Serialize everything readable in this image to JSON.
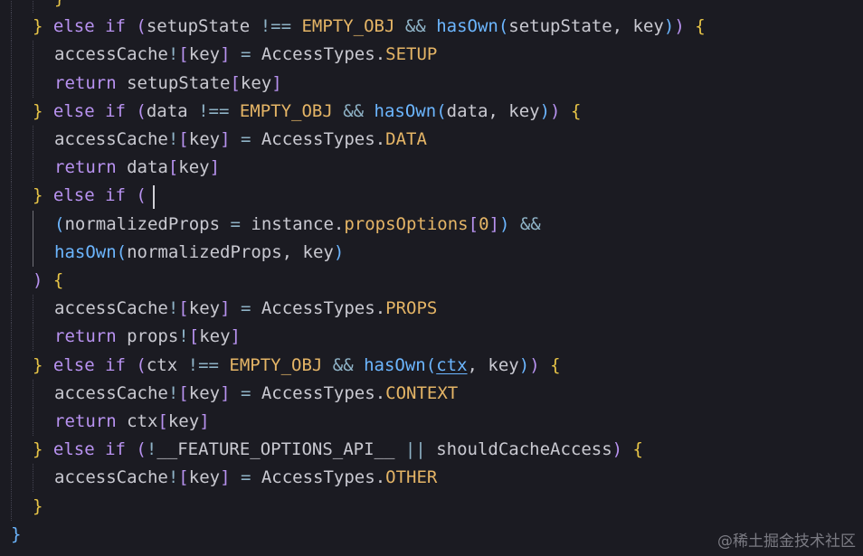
{
  "palette": {
    "background": "#1b1b22",
    "plain": "#c9c9d1",
    "keyword": "#b892f0",
    "function": "#6cb6ff",
    "constant": "#e5b566",
    "operator": "#8fb3c7",
    "brace_yellow": "#e8c547",
    "paren_purple": "#b892f0",
    "bracket_blue": "#6cb6ff"
  },
  "editor": {
    "lines": [
      {
        "indent": 1,
        "tokens": [
          {
            "t": "}",
            "c": "brace_yellow"
          }
        ]
      },
      {
        "indent": 0,
        "tokens": [
          {
            "t": "} ",
            "c": "brace_yellow"
          },
          {
            "t": "else if ",
            "c": "keyword"
          },
          {
            "t": "(",
            "c": "paren_purple"
          },
          {
            "t": "setupState ",
            "c": "plain"
          },
          {
            "t": "!== ",
            "c": "operator"
          },
          {
            "t": "EMPTY_OBJ ",
            "c": "constant"
          },
          {
            "t": "&& ",
            "c": "operator"
          },
          {
            "t": "hasOwn",
            "c": "function"
          },
          {
            "t": "(",
            "c": "bracket_blue"
          },
          {
            "t": "setupState, key",
            "c": "plain"
          },
          {
            "t": ")",
            "c": "bracket_blue"
          },
          {
            "t": ") ",
            "c": "paren_purple"
          },
          {
            "t": "{",
            "c": "brace_yellow"
          }
        ]
      },
      {
        "indent": 1,
        "tokens": [
          {
            "t": "accessCache",
            "c": "plain"
          },
          {
            "t": "!",
            "c": "operator"
          },
          {
            "t": "[",
            "c": "paren_purple"
          },
          {
            "t": "key",
            "c": "plain"
          },
          {
            "t": "] ",
            "c": "paren_purple"
          },
          {
            "t": "= ",
            "c": "operator"
          },
          {
            "t": "AccessTypes.",
            "c": "plain"
          },
          {
            "t": "SETUP",
            "c": "constant"
          }
        ]
      },
      {
        "indent": 1,
        "tokens": [
          {
            "t": "return ",
            "c": "keyword"
          },
          {
            "t": "setupState",
            "c": "plain"
          },
          {
            "t": "[",
            "c": "paren_purple"
          },
          {
            "t": "key",
            "c": "plain"
          },
          {
            "t": "]",
            "c": "paren_purple"
          }
        ]
      },
      {
        "indent": 0,
        "tokens": [
          {
            "t": "} ",
            "c": "brace_yellow"
          },
          {
            "t": "else if ",
            "c": "keyword"
          },
          {
            "t": "(",
            "c": "paren_purple"
          },
          {
            "t": "data ",
            "c": "plain"
          },
          {
            "t": "!== ",
            "c": "operator"
          },
          {
            "t": "EMPTY_OBJ ",
            "c": "constant"
          },
          {
            "t": "&& ",
            "c": "operator"
          },
          {
            "t": "hasOwn",
            "c": "function"
          },
          {
            "t": "(",
            "c": "bracket_blue"
          },
          {
            "t": "data, key",
            "c": "plain"
          },
          {
            "t": ")",
            "c": "bracket_blue"
          },
          {
            "t": ") ",
            "c": "paren_purple"
          },
          {
            "t": "{",
            "c": "brace_yellow"
          }
        ]
      },
      {
        "indent": 1,
        "tokens": [
          {
            "t": "accessCache",
            "c": "plain"
          },
          {
            "t": "!",
            "c": "operator"
          },
          {
            "t": "[",
            "c": "paren_purple"
          },
          {
            "t": "key",
            "c": "plain"
          },
          {
            "t": "] ",
            "c": "paren_purple"
          },
          {
            "t": "= ",
            "c": "operator"
          },
          {
            "t": "AccessTypes.",
            "c": "plain"
          },
          {
            "t": "DATA",
            "c": "constant"
          }
        ]
      },
      {
        "indent": 1,
        "tokens": [
          {
            "t": "return ",
            "c": "keyword"
          },
          {
            "t": "data",
            "c": "plain"
          },
          {
            "t": "[",
            "c": "paren_purple"
          },
          {
            "t": "key",
            "c": "plain"
          },
          {
            "t": "]",
            "c": "paren_purple"
          }
        ]
      },
      {
        "indent": 0,
        "tokens": [
          {
            "t": "} ",
            "c": "brace_yellow"
          },
          {
            "t": "else if ",
            "c": "keyword"
          },
          {
            "t": "(",
            "c": "paren_purple"
          }
        ]
      },
      {
        "indent": 1,
        "tokens": [
          {
            "t": "(",
            "c": "bracket_blue"
          },
          {
            "t": "normalizedProps ",
            "c": "plain"
          },
          {
            "t": "= ",
            "c": "operator"
          },
          {
            "t": "instance.",
            "c": "plain"
          },
          {
            "t": "propsOptions",
            "c": "constant"
          },
          {
            "t": "[",
            "c": "paren_purple"
          },
          {
            "t": "0",
            "c": "constant"
          },
          {
            "t": "]",
            "c": "paren_purple"
          },
          {
            "t": ") ",
            "c": "bracket_blue"
          },
          {
            "t": "&&",
            "c": "operator"
          }
        ]
      },
      {
        "indent": 1,
        "tokens": [
          {
            "t": "hasOwn",
            "c": "function"
          },
          {
            "t": "(",
            "c": "bracket_blue"
          },
          {
            "t": "normalizedProps, key",
            "c": "plain"
          },
          {
            "t": ")",
            "c": "bracket_blue"
          }
        ]
      },
      {
        "indent": 0,
        "tokens": [
          {
            "t": ") ",
            "c": "paren_purple"
          },
          {
            "t": "{",
            "c": "brace_yellow"
          }
        ]
      },
      {
        "indent": 1,
        "tokens": [
          {
            "t": "accessCache",
            "c": "plain"
          },
          {
            "t": "!",
            "c": "operator"
          },
          {
            "t": "[",
            "c": "paren_purple"
          },
          {
            "t": "key",
            "c": "plain"
          },
          {
            "t": "] ",
            "c": "paren_purple"
          },
          {
            "t": "= ",
            "c": "operator"
          },
          {
            "t": "AccessTypes.",
            "c": "plain"
          },
          {
            "t": "PROPS",
            "c": "constant"
          }
        ]
      },
      {
        "indent": 1,
        "tokens": [
          {
            "t": "return ",
            "c": "keyword"
          },
          {
            "t": "props",
            "c": "plain"
          },
          {
            "t": "!",
            "c": "operator"
          },
          {
            "t": "[",
            "c": "paren_purple"
          },
          {
            "t": "key",
            "c": "plain"
          },
          {
            "t": "]",
            "c": "paren_purple"
          }
        ]
      },
      {
        "indent": 0,
        "tokens": [
          {
            "t": "} ",
            "c": "brace_yellow"
          },
          {
            "t": "else if ",
            "c": "keyword"
          },
          {
            "t": "(",
            "c": "paren_purple"
          },
          {
            "t": "ctx ",
            "c": "plain"
          },
          {
            "t": "!== ",
            "c": "operator"
          },
          {
            "t": "EMPTY_OBJ ",
            "c": "constant"
          },
          {
            "t": "&& ",
            "c": "operator"
          },
          {
            "t": "hasOwn",
            "c": "function"
          },
          {
            "t": "(",
            "c": "bracket_blue"
          },
          {
            "t": "ctx",
            "c": "function",
            "u": true
          },
          {
            "t": ", key",
            "c": "plain"
          },
          {
            "t": ")",
            "c": "bracket_blue"
          },
          {
            "t": ") ",
            "c": "paren_purple"
          },
          {
            "t": "{",
            "c": "brace_yellow"
          }
        ]
      },
      {
        "indent": 1,
        "tokens": [
          {
            "t": "accessCache",
            "c": "plain"
          },
          {
            "t": "!",
            "c": "operator"
          },
          {
            "t": "[",
            "c": "paren_purple"
          },
          {
            "t": "key",
            "c": "plain"
          },
          {
            "t": "] ",
            "c": "paren_purple"
          },
          {
            "t": "= ",
            "c": "operator"
          },
          {
            "t": "AccessTypes.",
            "c": "plain"
          },
          {
            "t": "CONTEXT",
            "c": "constant"
          }
        ]
      },
      {
        "indent": 1,
        "tokens": [
          {
            "t": "return ",
            "c": "keyword"
          },
          {
            "t": "ctx",
            "c": "plain"
          },
          {
            "t": "[",
            "c": "paren_purple"
          },
          {
            "t": "key",
            "c": "plain"
          },
          {
            "t": "]",
            "c": "paren_purple"
          }
        ]
      },
      {
        "indent": 0,
        "tokens": [
          {
            "t": "} ",
            "c": "brace_yellow"
          },
          {
            "t": "else if ",
            "c": "keyword"
          },
          {
            "t": "(",
            "c": "paren_purple"
          },
          {
            "t": "!",
            "c": "operator"
          },
          {
            "t": "__FEATURE_OPTIONS_API__ ",
            "c": "plain"
          },
          {
            "t": "|| ",
            "c": "operator"
          },
          {
            "t": "shouldCacheAccess",
            "c": "plain"
          },
          {
            "t": ") ",
            "c": "paren_purple"
          },
          {
            "t": "{",
            "c": "brace_yellow"
          }
        ]
      },
      {
        "indent": 1,
        "tokens": [
          {
            "t": "accessCache",
            "c": "plain"
          },
          {
            "t": "!",
            "c": "operator"
          },
          {
            "t": "[",
            "c": "paren_purple"
          },
          {
            "t": "key",
            "c": "plain"
          },
          {
            "t": "] ",
            "c": "paren_purple"
          },
          {
            "t": "= ",
            "c": "operator"
          },
          {
            "t": "AccessTypes.",
            "c": "plain"
          },
          {
            "t": "OTHER",
            "c": "constant"
          }
        ]
      },
      {
        "indent": 0,
        "tokens": [
          {
            "t": "}",
            "c": "brace_yellow"
          }
        ]
      },
      {
        "indent": -1,
        "tokens": [
          {
            "t": "}",
            "c": "bracket_blue"
          }
        ]
      }
    ]
  },
  "watermark": "@稀土掘金技术社区"
}
